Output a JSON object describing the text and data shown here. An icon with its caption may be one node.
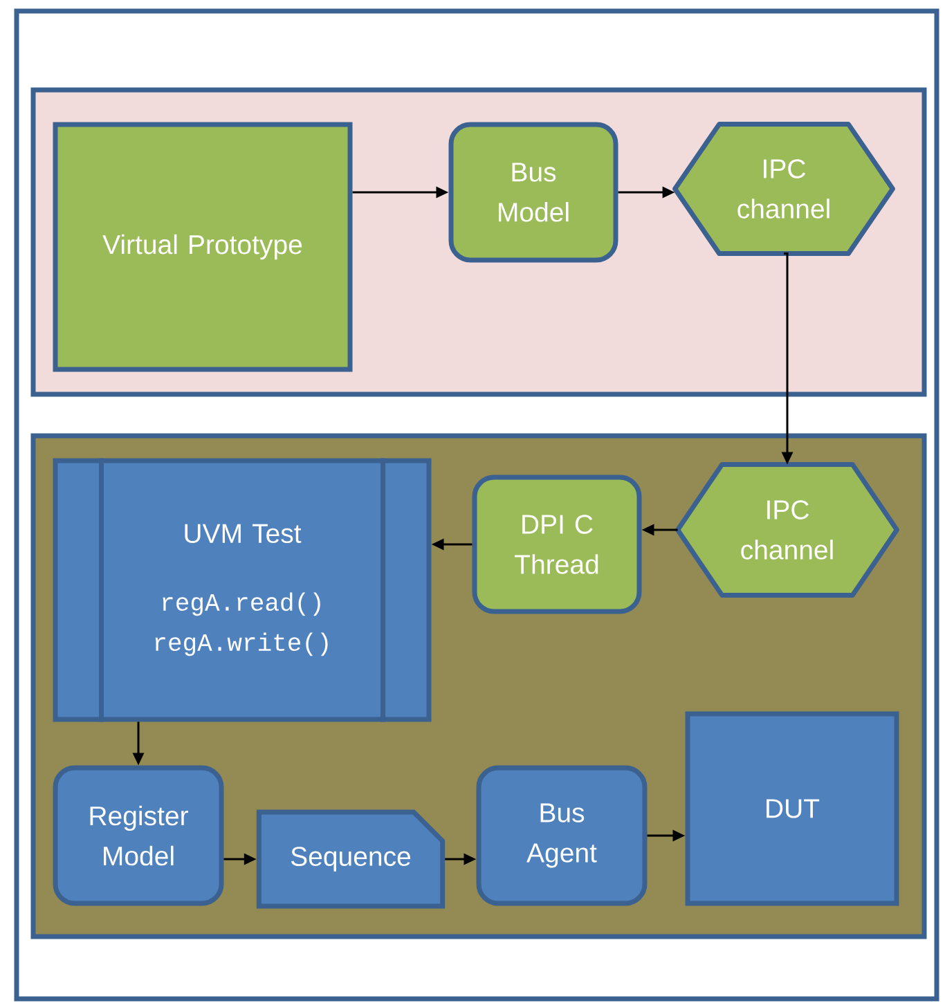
{
  "diagram": {
    "nodes": [
      {
        "text": [],
        "shape": "box"
      },
      {
        "text": [],
        "shape": "box",
        "in": 0
      },
      {
        "text": [
          "Virtual Prototype"
        ],
        "in": 1
      },
      {
        "text": [
          "Bus Model"
        ],
        "in": 1
      },
      {
        "text": [
          "IPC channel"
        ],
        "in": 1
      },
      {
        "text": [],
        "shape": "box",
        "in": 0
      },
      {
        "text": [
          "UVM Test",
          "regA.read() regA.write()"
        ],
        "in": 5
      },
      {
        "text": [
          "DPI C Thread"
        ],
        "in": 5
      },
      {
        "text": [
          "IPC channel"
        ],
        "in": 5
      },
      {
        "text": [
          "Register Model"
        ],
        "in": 5
      },
      {
        "text": [
          "Sequence"
        ],
        "in": 5
      },
      {
        "text": [
          "Bus Agent"
        ],
        "in": 5
      },
      {
        "text": [
          "DUT"
        ],
        "in": 5
      }
    ],
    "edges": [
      {
        "from": 2,
        "to": 3,
        "arrow": "to"
      },
      {
        "from": 3,
        "to": 4,
        "arrow": "to"
      },
      {
        "from": 4,
        "to": 8,
        "arrow": "to"
      },
      {
        "from": 8,
        "to": 7,
        "arrow": "to"
      },
      {
        "from": 7,
        "to": 6,
        "arrow": "to"
      },
      {
        "from": 6,
        "to": 9,
        "arrow": "to"
      },
      {
        "from": 9,
        "to": 10,
        "arrow": "to"
      },
      {
        "from": 10,
        "to": 11,
        "arrow": "to"
      },
      {
        "from": 11,
        "to": 12,
        "arrow": "to"
      }
    ]
  }
}
